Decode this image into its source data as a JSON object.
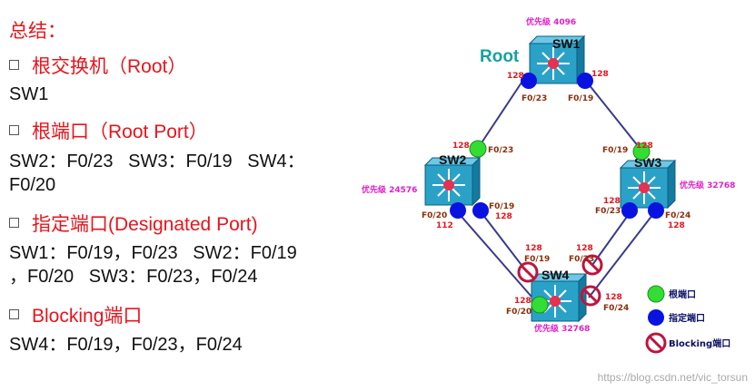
{
  "summary": {
    "title": "总结：",
    "sections": [
      {
        "label": "根交换机（Root）",
        "lines": [
          "SW1"
        ]
      },
      {
        "label": "根端口（Root Port）",
        "lines": [
          "SW2：F0/23   SW3：F0/19   SW4：",
          "F0/20"
        ]
      },
      {
        "label": "指定端口(Designated Port)",
        "lines": [
          "SW1：F0/19，F0/23   SW2：F0/19",
          "，F0/20   SW3：F0/23，F0/24"
        ]
      },
      {
        "label": "Blocking端口",
        "lines": [
          "SW4：F0/19，F0/23，F0/24"
        ]
      }
    ]
  },
  "diagram": {
    "root_label": "Root",
    "switches": {
      "sw1": {
        "name": "SW1",
        "priority": "优先级 4096"
      },
      "sw2": {
        "name": "SW2",
        "priority": "优先级 24576"
      },
      "sw3": {
        "name": "SW3",
        "priority": "优先级 32768"
      },
      "sw4": {
        "name": "SW4",
        "priority": "优先级 32768"
      }
    },
    "ports": {
      "sw1_f023": "F0/23",
      "sw1_f019": "F0/19",
      "sw1_c1": "128",
      "sw1_c2": "128",
      "sw2_f023": "F0/23",
      "sw2_c_top": "128",
      "sw2_f020": "F0/20",
      "sw2_c_left": "112",
      "sw2_f019": "F0/19",
      "sw2_c_right": "128",
      "sw3_f019": "F0/19",
      "sw3_c_top": "128",
      "sw3_f023": "F0/23",
      "sw3_c_left": "128",
      "sw3_f024": "F0/24",
      "sw3_c_right": "128",
      "sw4_c_a": "128",
      "sw4_f019": "F0/19",
      "sw4_c_b": "128",
      "sw4_f023": "F0/23",
      "sw4_c_c": "128",
      "sw4_f024": "F0/24",
      "sw4_c_d": "128",
      "sw4_f020": "F0/20"
    },
    "legend": {
      "root_port": "根端口",
      "designated_port": "指定端口",
      "blocking_port": "Blocking端口"
    },
    "colors": {
      "root_port": "#33dd33",
      "designated_port": "#0a12e0",
      "blocking": "#c0143c",
      "link": "#3a3a8c",
      "switch": "#2aa2c8",
      "label_red": "#e8141c",
      "priority_magenta": "#e020c8"
    }
  },
  "watermark": "https://blog.csdn.net/vic_torsun"
}
